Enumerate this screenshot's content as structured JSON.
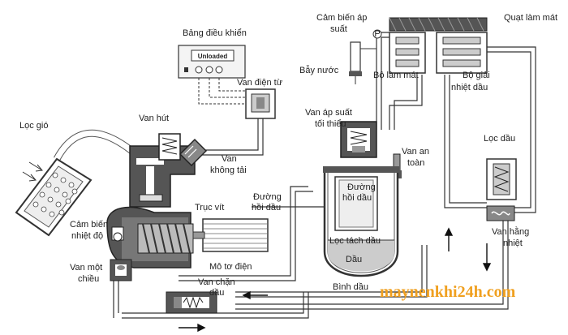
{
  "labels": {
    "control_panel": "Bảng điều khiển",
    "air_filter": "Lọc gió",
    "intake_valve": "Van hút",
    "solenoid_valve": "Van điện từ",
    "unload_valve_1": "Van",
    "unload_valve_2": "không tải",
    "screw": "Trục vít",
    "oil_return_1": "Đường",
    "oil_return_2": "hồi dầu",
    "temp_sensor_1": "Cảm biến",
    "temp_sensor_2": "nhiệt độ",
    "check_valve_1": "Van một",
    "check_valve_2": "chiều",
    "motor": "Mô tơ điện",
    "oil_stop_1": "Van chặn",
    "oil_stop_2": "dầu",
    "pressure_sensor_1": "Cảm biến áp",
    "pressure_sensor_2": "suất",
    "water_trap": "Bẫy nước",
    "aftercooler": "Bộ làm mát",
    "fan": "Quạt làm mát",
    "oil_cooler_1": "Bộ giải",
    "oil_cooler_2": "nhiệt dầu",
    "min_pressure_1": "Van áp suất",
    "min_pressure_2": "tối thiểu",
    "safety_valve_1": "Van an",
    "safety_valve_2": "toàn",
    "oil_return_inner_1": "Đường",
    "oil_return_inner_2": "hồi dầu",
    "oil_sep": "Lọc tách dầu",
    "oil": "Dầu",
    "oil_tank": "Bình dầu",
    "oil_filter": "Lọc dầu",
    "thermostat_1": "Van hằng",
    "thermostat_2": "nhiệt"
  },
  "panel_display": "Unloaded",
  "pressure_mark": "P",
  "watermark": "maynenkhi24h.com"
}
